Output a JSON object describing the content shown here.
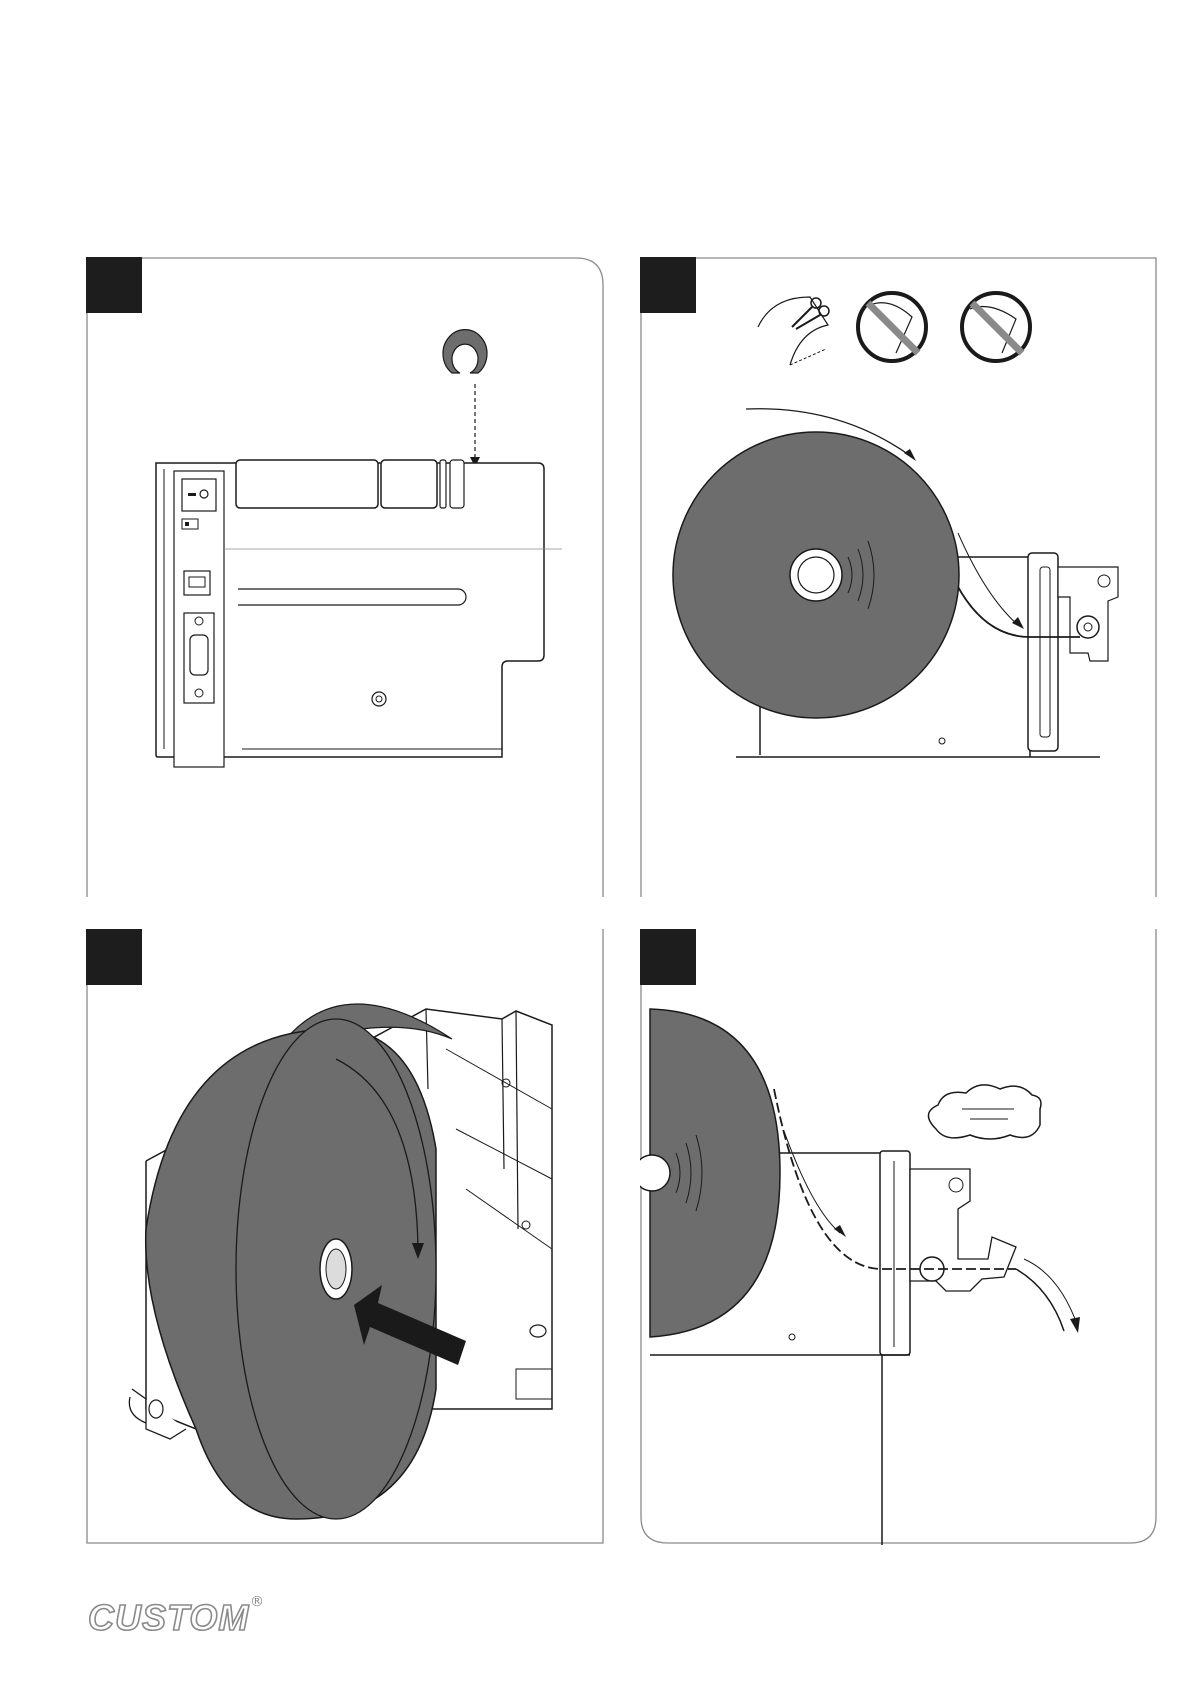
{
  "document": {
    "steps": [
      {
        "id": "step-1",
        "illustration": "printer-rear-view-with-spacer-clip"
      },
      {
        "id": "step-2",
        "illustration": "paper-roll-feeding-path-with-cut-warnings"
      },
      {
        "id": "step-3",
        "illustration": "insert-paper-roll-on-spindle"
      },
      {
        "id": "step-4",
        "illustration": "paper-loaded-through-presenter"
      }
    ]
  },
  "brand": {
    "logo_text": "CUSTOM",
    "registered_mark": "®"
  },
  "colors": {
    "badge": "#1d1d1d",
    "roll": "#6e6d6d",
    "frame": "#8a8a8a",
    "line": "#1a1a1a"
  }
}
